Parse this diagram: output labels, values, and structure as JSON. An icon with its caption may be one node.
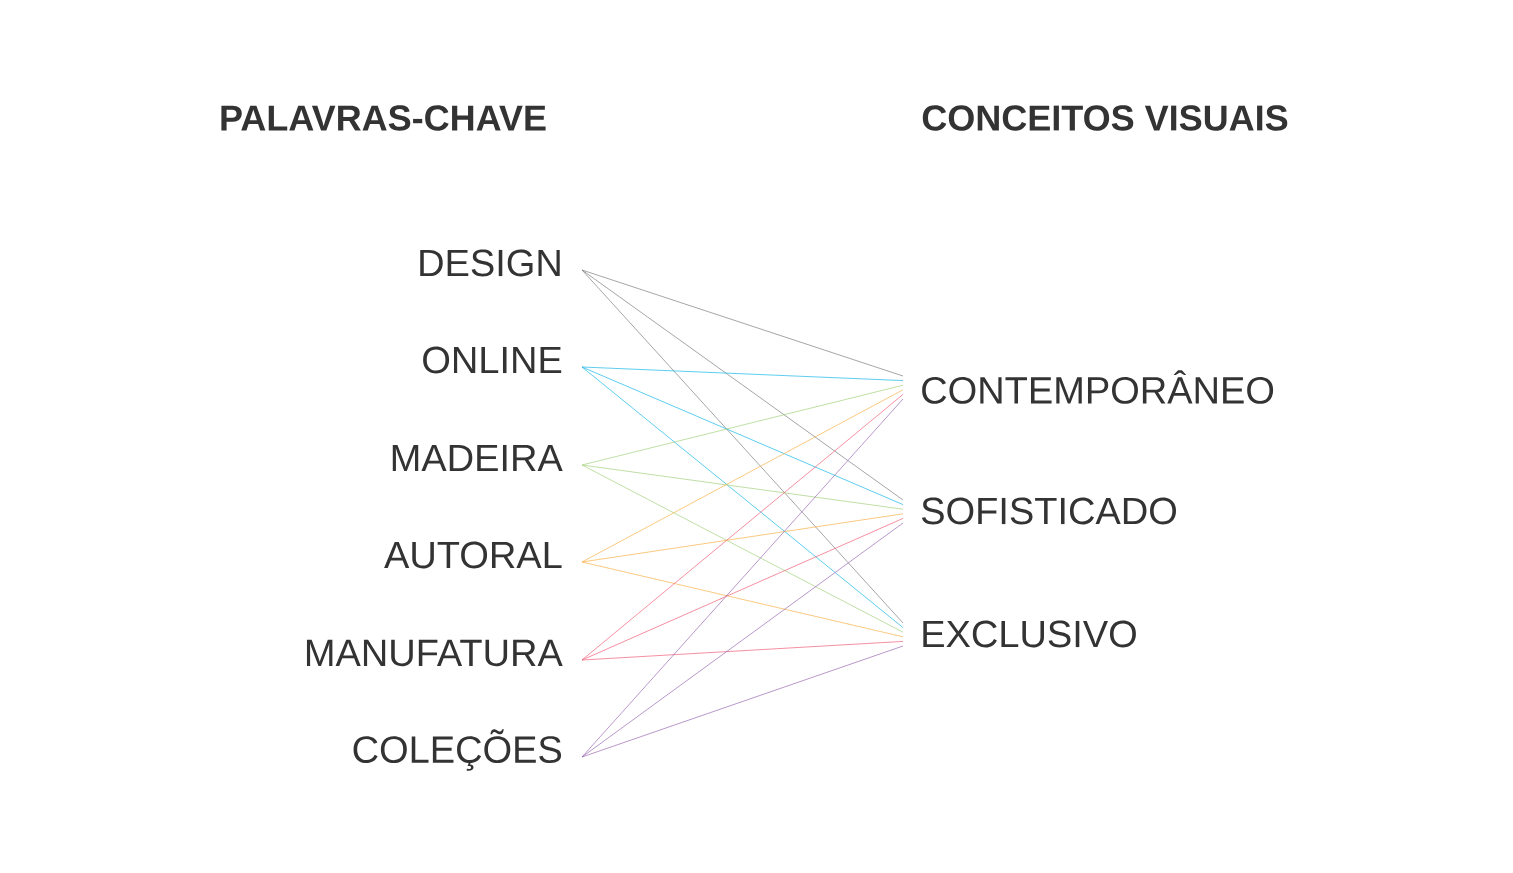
{
  "diagram": {
    "nodes": [
      {
        "text": [
          "DESIGN"
        ]
      },
      {
        "text": [
          "ONLINE"
        ]
      },
      {
        "text": [
          "MADEIRA"
        ]
      },
      {
        "text": [
          "AUTORAL"
        ]
      },
      {
        "text": [
          "MANUFATURA"
        ]
      },
      {
        "text": [
          "COLEÇÕES"
        ]
      },
      {
        "text": [
          "CONTEMPORÂNEO"
        ]
      },
      {
        "text": [
          "SOFISTICADO"
        ]
      },
      {
        "text": [
          "EXCLUSIVO"
        ]
      }
    ],
    "edges": [
      {
        "from": 0,
        "to": 6,
        "arrow": "none",
        "color": "#808080"
      },
      {
        "from": 0,
        "to": 7,
        "arrow": "none",
        "color": "#808080"
      },
      {
        "from": 0,
        "to": 8,
        "arrow": "none",
        "color": "#808080"
      },
      {
        "from": 1,
        "to": 6,
        "arrow": "none",
        "color": "#1ab8e8"
      },
      {
        "from": 1,
        "to": 7,
        "arrow": "none",
        "color": "#1ab8e8"
      },
      {
        "from": 1,
        "to": 8,
        "arrow": "none",
        "color": "#1ab8e8"
      },
      {
        "from": 2,
        "to": 6,
        "arrow": "none",
        "color": "#a5d17e"
      },
      {
        "from": 2,
        "to": 7,
        "arrow": "none",
        "color": "#a5d17e"
      },
      {
        "from": 2,
        "to": 8,
        "arrow": "none",
        "color": "#a5d17e"
      },
      {
        "from": 3,
        "to": 6,
        "arrow": "none",
        "color": "#f9b14a"
      },
      {
        "from": 3,
        "to": 7,
        "arrow": "none",
        "color": "#f9b14a"
      },
      {
        "from": 3,
        "to": 8,
        "arrow": "none",
        "color": "#f9b14a"
      },
      {
        "from": 4,
        "to": 6,
        "arrow": "none",
        "color": "#f0607a"
      },
      {
        "from": 4,
        "to": 7,
        "arrow": "none",
        "color": "#f0607a"
      },
      {
        "from": 4,
        "to": 8,
        "arrow": "none",
        "color": "#f0607a"
      },
      {
        "from": 5,
        "to": 6,
        "arrow": "none",
        "color": "#9b6bb5"
      },
      {
        "from": 5,
        "to": 7,
        "arrow": "none",
        "color": "#9b6bb5"
      },
      {
        "from": 5,
        "to": 8,
        "arrow": "none",
        "color": "#9b6bb5"
      }
    ],
    "labels": [
      "PALAVRAS-CHAVE",
      "CONCEITOS VISUAIS"
    ]
  }
}
